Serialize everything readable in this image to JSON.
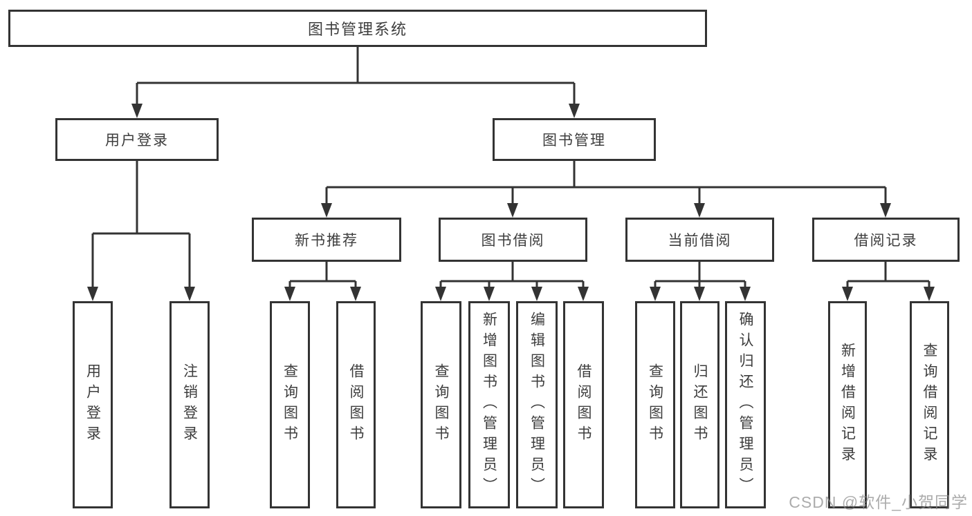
{
  "tree": {
    "root": {
      "label": "图书管理系统"
    },
    "user_login": {
      "label": "用户登录",
      "children": [
        {
          "label": "用户登录"
        },
        {
          "label": "注销登录"
        }
      ]
    },
    "book_management": {
      "label": "图书管理",
      "children": {
        "new_books": {
          "label": "新书推荐",
          "children": [
            {
              "label": "查询图书"
            },
            {
              "label": "借阅图书"
            }
          ]
        },
        "borrowing": {
          "label": "图书借阅",
          "children": [
            {
              "label": "查询图书"
            },
            {
              "label": "新增图书（管理员）"
            },
            {
              "label": "编辑图书（管理员）"
            },
            {
              "label": "借阅图书"
            }
          ]
        },
        "current": {
          "label": "当前借阅",
          "children": [
            {
              "label": "查询图书"
            },
            {
              "label": "归还图书"
            },
            {
              "label": "确认归还（管理员）"
            }
          ]
        },
        "records": {
          "label": "借阅记录",
          "children": [
            {
              "label": "新增借阅记录"
            },
            {
              "label": "查询借阅记录"
            }
          ]
        }
      }
    }
  },
  "watermark": {
    "text": "CSDN @软件_小贺同学"
  },
  "colors": {
    "line": "#333333",
    "box_border": "#333333",
    "box_fill": "#ffffff",
    "text": "#3d3d3d",
    "watermark": "#8c8c8c",
    "background": "#ffffff"
  }
}
